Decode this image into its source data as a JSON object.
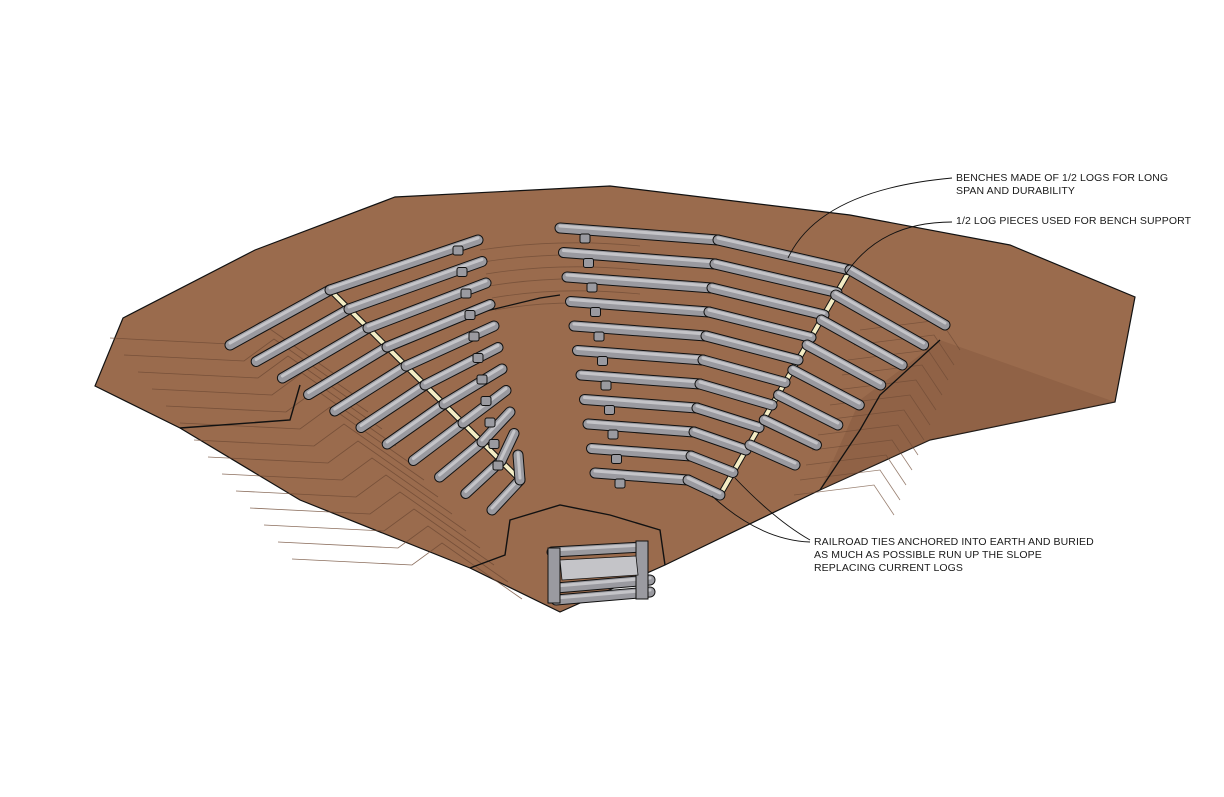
{
  "annotations": {
    "benches": {
      "lines": [
        "BENCHES MADE OF 1/2 LOGS FOR LONG",
        "SPAN AND DURABILITY"
      ]
    },
    "supports": {
      "lines": [
        "1/2 LOG PIECES USED FOR BENCH SUPPORT"
      ]
    },
    "railroad_ties": {
      "lines": [
        "RAILROAD TIES ANCHORED INTO EARTH AND BURIED",
        "AS MUCH AS POSSIBLE RUN UP THE SLOPE",
        "REPLACING CURRENT LOGS"
      ]
    }
  },
  "colors": {
    "earth": "#9a6b4d",
    "earth_dark": "#7d5238",
    "terrace_line": "#6e4a34",
    "log": "#9a9aa0",
    "log_light": "#c4c4c8",
    "log_dark": "#66666c",
    "tie": "#f3ecc4",
    "outline": "#111111"
  }
}
